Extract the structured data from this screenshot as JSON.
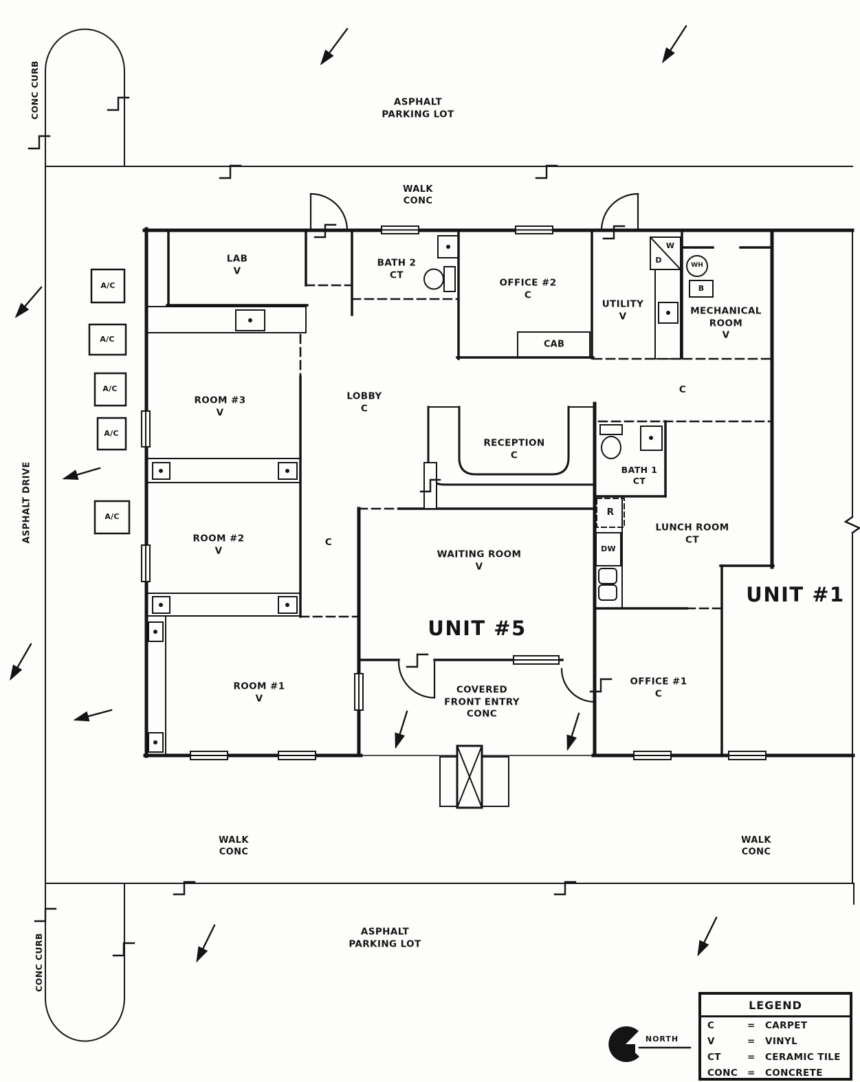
{
  "site": {
    "parking_lot_top": {
      "line1": "ASPHALT",
      "line2": "PARKING LOT"
    },
    "parking_lot_bottom": {
      "line1": "ASPHALT",
      "line2": "PARKING LOT"
    },
    "walk_top": {
      "line1": "WALK",
      "line2": "CONC"
    },
    "walk_bottom_left": {
      "line1": "WALK",
      "line2": "CONC"
    },
    "walk_bottom_right": {
      "line1": "WALK",
      "line2": "CONC"
    },
    "asphalt_drive": "ASPHALT DRIVE",
    "conc_curb_top": "CONC CURB",
    "conc_curb_bottom": "CONC CURB"
  },
  "units": {
    "unit_5": "UNIT #5",
    "unit_1": "UNIT #1"
  },
  "rooms": {
    "lab": {
      "name": "LAB",
      "floor": "V"
    },
    "bath_2": {
      "name": "BATH 2",
      "floor": "CT"
    },
    "office_2": {
      "name": "OFFICE #2",
      "floor": "C"
    },
    "utility": {
      "name": "UTILITY",
      "floor": "V"
    },
    "mechanical_room": {
      "name": "MECHANICAL ROOM",
      "floor": "V"
    },
    "room_3": {
      "name": "ROOM #3",
      "floor": "V"
    },
    "lobby": {
      "name": "LOBBY",
      "floor": "C"
    },
    "reception": {
      "name": "RECEPTION",
      "floor": "C"
    },
    "bath_1": {
      "name": "BATH 1",
      "floor": "CT"
    },
    "lunch_room": {
      "name": "LUNCH ROOM",
      "floor": "CT"
    },
    "room_2": {
      "name": "ROOM #2",
      "floor": "V"
    },
    "waiting_room": {
      "name": "WAITING ROOM",
      "floor": "V"
    },
    "room_1": {
      "name": "ROOM #1",
      "floor": "V"
    },
    "office_1": {
      "name": "OFFICE #1",
      "floor": "C"
    },
    "covered_front_entry": {
      "name": "COVERED FRONT ENTRY",
      "floor": "CONC"
    }
  },
  "hall_floor_codes": {
    "upper": "C",
    "lower": "C"
  },
  "fixtures": {
    "cab": "CAB",
    "washer": "W",
    "dryer": "D",
    "water_heater": "WH",
    "boiler": "B",
    "refrigerator": "R",
    "dishwasher": "DW",
    "ac_unit": "A/C"
  },
  "compass": {
    "north": "NORTH"
  },
  "legend": {
    "title": "LEGEND",
    "rows": [
      {
        "abbr": "C",
        "eq": "=",
        "meaning": "CARPET"
      },
      {
        "abbr": "V",
        "eq": "=",
        "meaning": "VINYL"
      },
      {
        "abbr": "CT",
        "eq": "=",
        "meaning": "CERAMIC TILE"
      },
      {
        "abbr": "CONC",
        "eq": "=",
        "meaning": "CONCRETE"
      }
    ]
  }
}
